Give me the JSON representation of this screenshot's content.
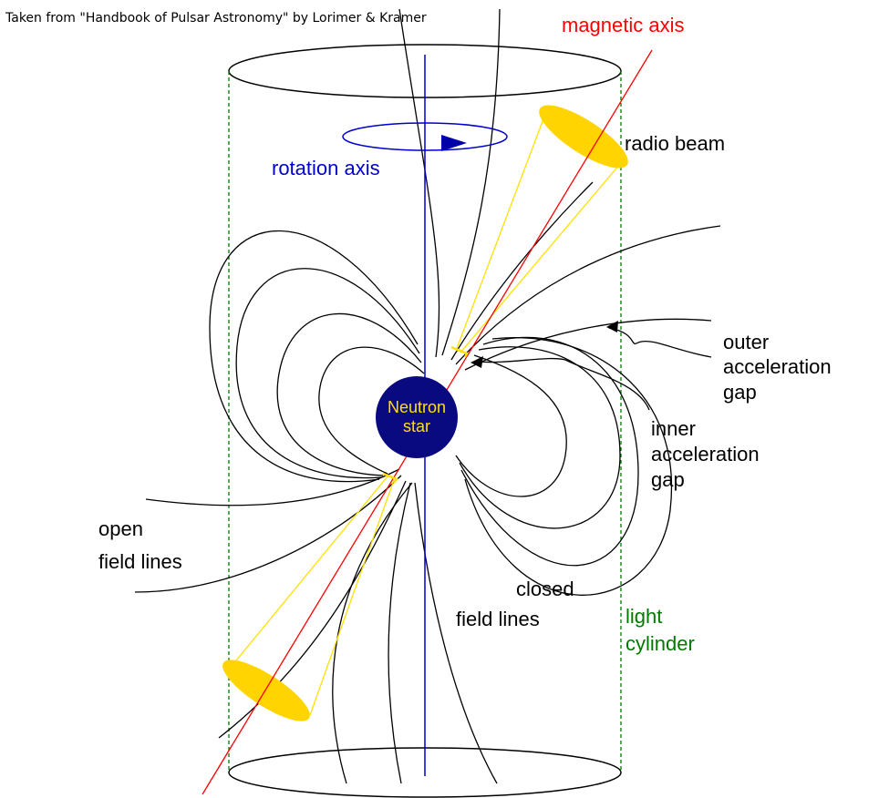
{
  "credit": "Taken from \"Handbook of Pulsar Astronomy\" by Lorimer & Kramer",
  "labels": {
    "magnetic_axis": "magnetic axis",
    "radio_beam": "radio beam",
    "rotation_axis": "rotation axis",
    "outer_gap": [
      "outer",
      "acceleration",
      "gap"
    ],
    "inner_gap": [
      "inner",
      "acceleration",
      "gap"
    ],
    "star": [
      "Neutron",
      "star"
    ],
    "open_field_lines": [
      "open",
      "field lines"
    ],
    "closed_field_lines": [
      "closed",
      "field lines"
    ],
    "light_cylinder": [
      "light",
      "cylinder"
    ]
  },
  "colors": {
    "magnetic_axis": "#ff0000",
    "rotation_axis": "#0000cc",
    "light_cylinder": "#007a00",
    "beam_fill": "#ffd400",
    "beam_edge": "#ffe000",
    "star_fill": "#0a0a80",
    "star_text": "#ffe000",
    "field_lines": "#000000"
  }
}
